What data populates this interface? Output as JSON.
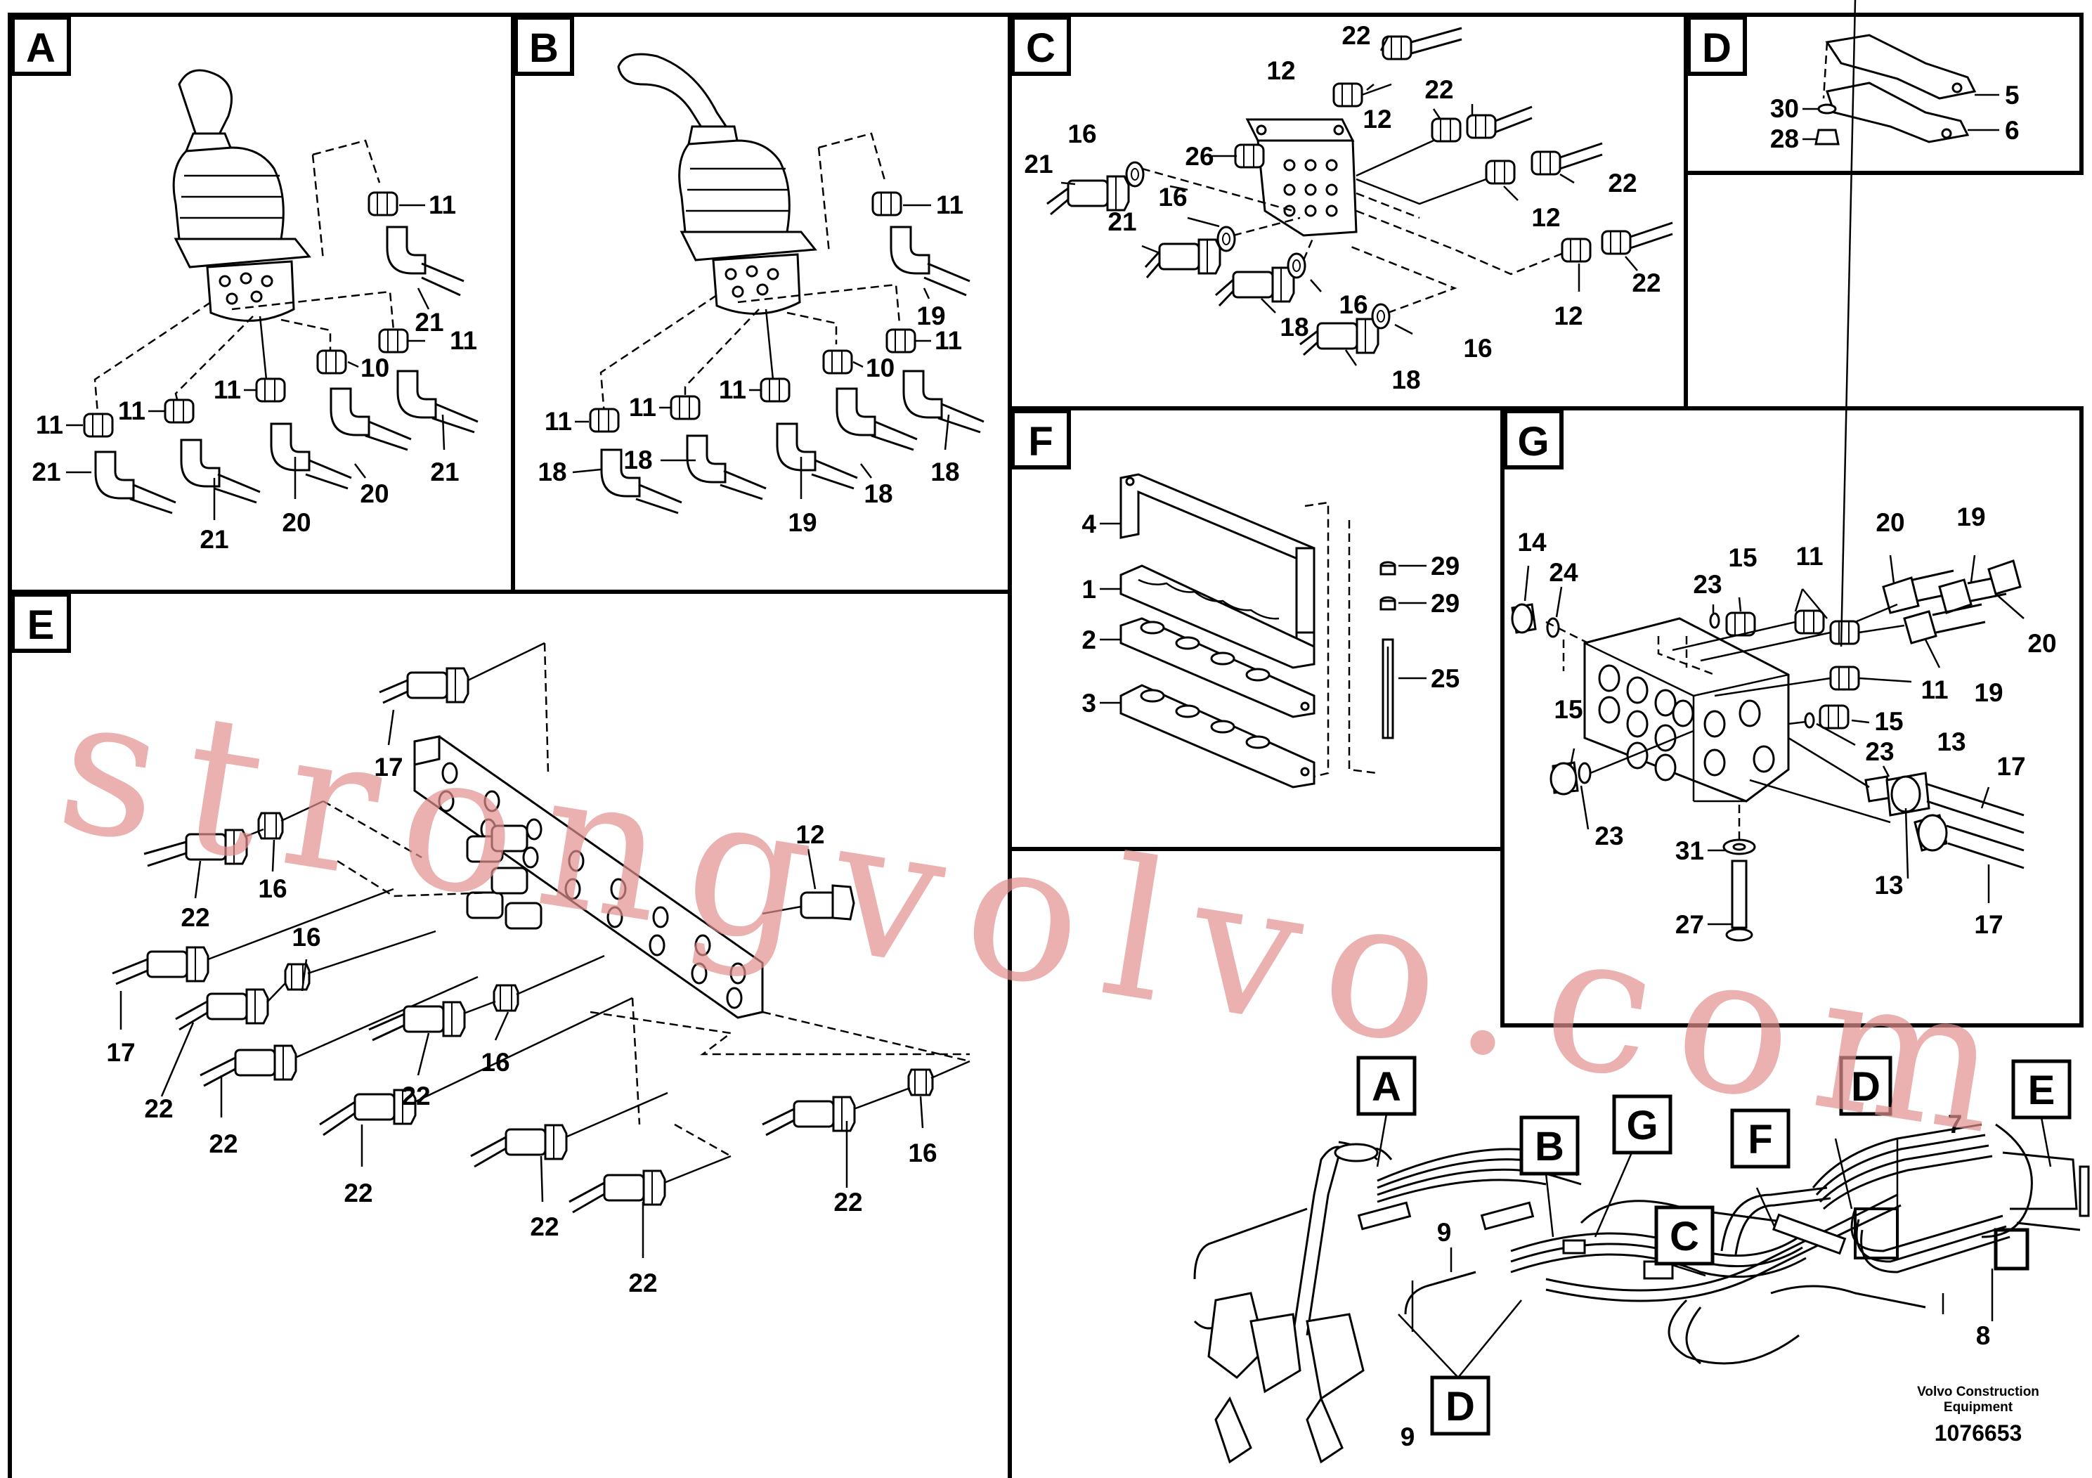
{
  "panels": [
    {
      "id": "A",
      "label": "A"
    },
    {
      "id": "B",
      "label": "B"
    },
    {
      "id": "C",
      "label": "C"
    },
    {
      "id": "D",
      "label": "D"
    },
    {
      "id": "E",
      "label": "E"
    },
    {
      "id": "F",
      "label": "F"
    },
    {
      "id": "G",
      "label": "G"
    }
  ],
  "callouts": {
    "a": [
      "11",
      "11",
      "10",
      "11",
      "11",
      "11",
      "11",
      "21",
      "21",
      "21",
      "20",
      "20",
      "21"
    ],
    "b": [
      "11",
      "11",
      "10",
      "11",
      "11",
      "11",
      "11",
      "19",
      "18",
      "18",
      "19",
      "18",
      "18"
    ],
    "c": [
      "22",
      "12",
      "22",
      "12",
      "16",
      "26",
      "21",
      "16",
      "21",
      "12",
      "22",
      "12",
      "16",
      "22",
      "18",
      "16",
      "18",
      "12"
    ],
    "d": [
      "5",
      "30",
      "28",
      "6"
    ],
    "e": [
      "17",
      "12",
      "22",
      "16",
      "16",
      "17",
      "22",
      "16",
      "22",
      "22",
      "22",
      "22",
      "22",
      "16",
      "22"
    ],
    "f": [
      "4",
      "1",
      "2",
      "3",
      "29",
      "29",
      "25"
    ],
    "g": [
      "14",
      "24",
      "23",
      "15",
      "11",
      "20",
      "19",
      "20",
      "11",
      "15",
      "19",
      "15",
      "23",
      "23",
      "13",
      "17",
      "31",
      "13",
      "27",
      "17"
    ]
  },
  "overview": {
    "tags": [
      "A",
      "B",
      "G",
      "F",
      "C",
      "D",
      "E"
    ],
    "parts": [
      "9",
      "9",
      "7",
      "8"
    ]
  },
  "footer": {
    "brand_line1": "Volvo Construction",
    "brand_line2": "Equipment",
    "doc_number": "1076653"
  },
  "watermark": "strongvolvo.com"
}
